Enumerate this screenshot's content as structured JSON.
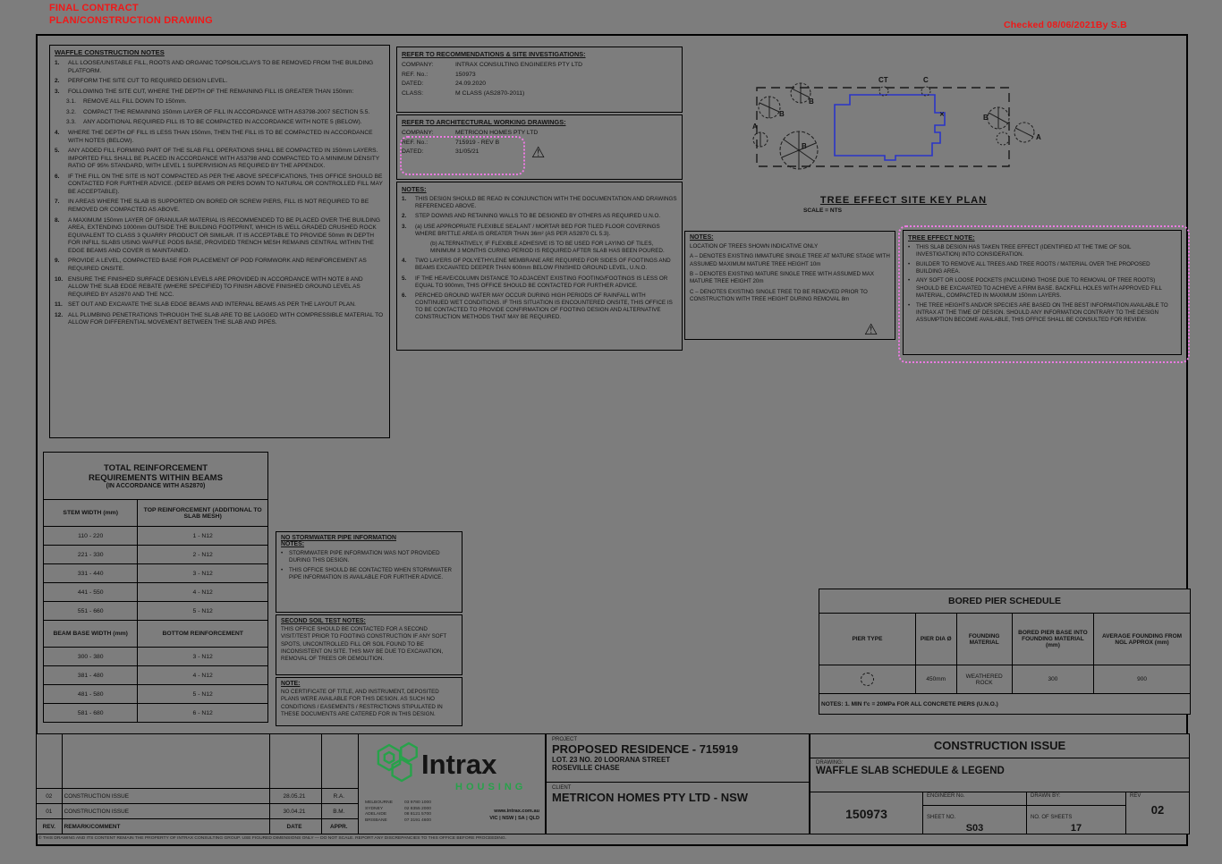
{
  "header": {
    "stamp_line1": "FINAL CONTRACT",
    "stamp_line2": "PLAN/CONSTRUCTION DRAWING",
    "checked": "Checked 08/06/2021By S.B"
  },
  "colors": {
    "stamp_red": "#f01818",
    "revision_pink": "#ee7be4",
    "house_blue": "#2a35c8",
    "logo_green": "#27a24a"
  },
  "waffle_notes": {
    "title": "WAFFLE CONSTRUCTION NOTES",
    "items": [
      {
        "n": "1.",
        "t": "ALL LOOSE/UNSTABLE FILL, ROOTS AND ORGANIC TOPSOIL/CLAYS TO BE REMOVED FROM THE BUILDING PLATFORM."
      },
      {
        "n": "2.",
        "t": "PERFORM THE SITE CUT TO REQUIRED DESIGN LEVEL."
      },
      {
        "n": "3.",
        "t": "FOLLOWING THE SITE CUT, WHERE THE DEPTH OF THE REMAINING FILL IS GREATER THAN 150mm:"
      },
      {
        "n": "3.1.",
        "t": "REMOVE ALL FILL DOWN TO 150mm."
      },
      {
        "n": "3.2.",
        "t": "COMPACT THE REMAINING 150mm LAYER OF FILL IN ACCORDANCE WITH AS3798-2007 SECTION 5.5."
      },
      {
        "n": "3.3.",
        "t": "ANY ADDITIONAL REQUIRED FILL IS TO BE COMPACTED IN ACCORDANCE WITH NOTE 5 (BELOW)."
      },
      {
        "n": "4.",
        "t": "WHERE THE DEPTH OF FILL IS LESS THAN 150mm, THEN THE FILL IS TO BE COMPACTED IN ACCORDANCE WITH NOTES (BELOW)."
      },
      {
        "n": "5.",
        "t": "ANY ADDED FILL FORMING PART OF THE SLAB FILL OPERATIONS SHALL BE COMPACTED IN 150mm LAYERS. IMPORTED FILL SHALL BE PLACED IN ACCORDANCE WITH AS3798 AND COMPACTED TO A MINIMUM DENSITY RATIO OF 95% STANDARD, WITH LEVEL 1 SUPERVISION AS REQUIRED BY THE APPENDIX."
      },
      {
        "n": "6.",
        "t": "IF THE FILL ON THE SITE IS NOT COMPACTED AS PER THE ABOVE SPECIFICATIONS, THIS OFFICE SHOULD BE CONTACTED FOR FURTHER ADVICE. (DEEP BEAMS OR PIERS DOWN TO NATURAL OR CONTROLLED FILL MAY BE ACCEPTABLE)."
      },
      {
        "n": "7.",
        "t": "IN AREAS WHERE THE SLAB IS SUPPORTED ON BORED OR SCREW PIERS, FILL IS NOT REQUIRED TO BE REMOVED OR COMPACTED AS ABOVE."
      },
      {
        "n": "8.",
        "t": "A MAXIMUM 150mm LAYER OF GRANULAR MATERIAL IS RECOMMENDED TO BE PLACED OVER THE BUILDING AREA, EXTENDING 1000mm OUTSIDE THE BUILDING FOOTPRINT, WHICH IS WELL GRADED CRUSHED ROCK EQUIVALENT TO CLASS 3 QUARRY PRODUCT OR SIMILAR. IT IS ACCEPTABLE TO PROVIDE 50mm IN DEPTH FOR INFILL SLABS USING WAFFLE PODS BASE, PROVIDED TRENCH MESH REMAINS CENTRAL WITHIN THE EDGE BEAMS AND COVER IS MAINTAINED."
      },
      {
        "n": "9.",
        "t": "PROVIDE A LEVEL, COMPACTED BASE FOR PLACEMENT OF POD FORMWORK AND REINFORCEMENT AS REQUIRED ONSITE."
      },
      {
        "n": "10.",
        "t": "ENSURE THE FINISHED SURFACE DESIGN LEVELS ARE PROVIDED IN ACCORDANCE WITH NOTE 8 AND ALLOW THE SLAB EDGE REBATE (WHERE SPECIFIED) TO FINISH ABOVE FINISHED GROUND LEVEL AS REQUIRED BY AS2870 AND THE NCC."
      },
      {
        "n": "11.",
        "t": "SET OUT AND EXCAVATE THE SLAB EDGE BEAMS AND INTERNAL BEAMS AS PER THE LAYOUT PLAN."
      },
      {
        "n": "12.",
        "t": "ALL PLUMBING PENETRATIONS THROUGH THE SLAB ARE TO BE LAGGED WITH COMPRESSIBLE MATERIAL TO ALLOW FOR DIFFERENTIAL MOVEMENT BETWEEN THE SLAB AND PIPES."
      }
    ]
  },
  "refer_geo": {
    "title": "REFER TO RECOMMENDATIONS & SITE INVESTIGATIONS:",
    "rows": [
      {
        "label": "COMPANY:",
        "value": "INTRAX CONSULTING ENGINEERS PTY LTD"
      },
      {
        "label": "REF. No.:",
        "value": "150973"
      },
      {
        "label": "DATED:",
        "value": "24.09.2020"
      },
      {
        "label": "CLASS:",
        "value": "M CLASS (AS2870-2011)"
      }
    ]
  },
  "refer_arch": {
    "title": "REFER TO ARCHITECTURAL WORKING DRAWINGS:",
    "rows": [
      {
        "label": "COMPANY:",
        "value": "METRICON HOMES PTY LTD"
      },
      {
        "label": "REF. No.:",
        "value": "715919 - REV B"
      },
      {
        "label": "DATED:",
        "value": "31/05/21"
      }
    ],
    "warning_icon": "⚠"
  },
  "mid_notes": {
    "title": "NOTES:",
    "items": [
      {
        "n": "1.",
        "t": "THIS DESIGN SHOULD BE READ IN CONJUNCTION WITH THE DOCUMENTATION AND DRAWINGS REFERENCED ABOVE."
      },
      {
        "n": "2.",
        "t": "STEP DOWNS AND RETAINING WALLS TO BE DESIGNED BY OTHERS AS REQUIRED U.N.O."
      },
      {
        "n": "3.",
        "t": "(a) USE APPROPRIATE FLEXIBLE SEALANT / MORTAR BED FOR TILED FLOOR COVERINGS WHERE BRITTLE AREA IS GREATER THAN 36m² (AS PER AS2870 CL 5.3)."
      },
      {
        "n": "",
        "t": "(b) ALTERNATIVELY, IF FLEXIBLE ADHESIVE IS TO BE USED FOR LAYING OF TILES, MINIMUM 3 MONTHS CURING PERIOD IS REQUIRED AFTER SLAB HAS BEEN POURED."
      },
      {
        "n": "4.",
        "t": "TWO LAYERS OF POLYETHYLENE MEMBRANE ARE REQUIRED FOR SIDES OF FOOTINGS AND BEAMS EXCAVATED DEEPER THAN 600mm BELOW FINISHED GROUND LEVEL, U.N.O."
      },
      {
        "n": "5.",
        "t": "IF THE HEAVE/COLUMN DISTANCE TO ADJACENT EXISTING FOOTING/FOOTINGS IS LESS OR EQUAL TO 900mm, THIS OFFICE SHOULD BE CONTACTED FOR FURTHER ADVICE."
      },
      {
        "n": "6.",
        "t": "PERCHED GROUND WATER MAY OCCUR DURING HIGH PERIODS OF RAINFALL WITH CONTINUED WET CONDITIONS. IF THIS SITUATION IS ENCOUNTERED ONSITE, THIS OFFICE IS TO BE CONTACTED TO PROVIDE CONFIRMATION OF FOOTING DESIGN AND ALTERNATIVE CONSTRUCTION METHODS THAT MAY BE REQUIRED."
      }
    ]
  },
  "site_plan": {
    "title": "TREE EFFECT SITE KEY PLAN",
    "scale": "SCALE = NTS",
    "labels": {
      "a": "A",
      "b": "B",
      "c": "C",
      "ct": "CT",
      "removed_mark": "✕"
    }
  },
  "tree_loc_notes": {
    "title": "NOTES:",
    "lines": [
      "LOCATION OF TREES SHOWN INDICATIVE ONLY",
      "A – DENOTES EXISTING IMMATURE SINGLE TREE AT MATURE STAGE WITH ASSUMED MAXIMUM MATURE TREE HEIGHT 10m",
      "B – DENOTES EXISTING MATURE SINGLE TREE WITH ASSUMED MAX MATURE TREE HEIGHT 20m",
      "C – DENOTES EXISTING SINGLE TREE TO BE REMOVED PRIOR TO CONSTRUCTION WITH TREE HEIGHT DURING REMOVAL 8m"
    ]
  },
  "tree_effect_note": {
    "title": "TREE EFFECT NOTE:",
    "bullets": [
      "THIS SLAB DESIGN HAS TAKEN TREE EFFECT (IDENTIFIED AT THE TIME OF SOIL INVESTIGATION) INTO CONSIDERATION.",
      "BUILDER TO REMOVE ALL TREES AND TREE ROOTS / MATERIAL OVER THE PROPOSED BUILDING AREA.",
      "ANY SOFT OR LOOSE POCKETS (INCLUDING THOSE DUE TO REMOVAL OF TREE ROOTS) SHOULD BE EXCAVATED TO ACHIEVE A FIRM BASE. BACKFILL HOLES WITH APPROVED FILL MATERIAL, COMPACTED IN MAXIMUM 150mm LAYERS.",
      "THE TREE HEIGHTS AND/OR SPECIES ARE BASED ON THE BEST INFORMATION AVAILABLE TO INTRAX AT THE TIME OF DESIGN. SHOULD ANY INFORMATION CONTRARY TO THE DESIGN ASSUMPTION BECOME AVAILABLE, THIS OFFICE SHALL BE CONSULTED FOR REVIEW."
    ]
  },
  "reinforcement_table": {
    "title1": "TOTAL REINFORCEMENT",
    "title2": "REQUIREMENTS WITHIN BEAMS",
    "subtitle": "(IN ACCORDANCE WITH AS2870)",
    "head1": {
      "c1": "STEM WIDTH (mm)",
      "c2": "TOP REINFORCEMENT (ADDITIONAL TO SLAB MESH)"
    },
    "rows1": [
      {
        "w": "110 - 220",
        "r": "1 - N12"
      },
      {
        "w": "221 - 330",
        "r": "2 - N12"
      },
      {
        "w": "331 - 440",
        "r": "3 - N12"
      },
      {
        "w": "441 - 550",
        "r": "4 - N12"
      },
      {
        "w": "551 - 660",
        "r": "5 - N12"
      }
    ],
    "head2": {
      "c1": "BEAM BASE WIDTH (mm)",
      "c2": "BOTTOM REINFORCEMENT"
    },
    "rows2": [
      {
        "w": "300 - 380",
        "r": "3 - N12"
      },
      {
        "w": "381 - 480",
        "r": "4 - N12"
      },
      {
        "w": "481 - 580",
        "r": "5 - N12"
      },
      {
        "w": "581 - 680",
        "r": "6 - N12"
      }
    ]
  },
  "stormwater_box": {
    "title": "NO STORMWATER PIPE INFORMATION",
    "subtitle": "NOTES:",
    "bullets": [
      "STORMWATER PIPE INFORMATION WAS NOT PROVIDED DURING THIS DESIGN.",
      "THIS OFFICE SHOULD BE CONTACTED WHEN STORMWATER PIPE INFORMATION IS AVAILABLE FOR FURTHER ADVICE."
    ]
  },
  "soil_test_box": {
    "title": "SECOND SOIL TEST NOTES:",
    "text": "THIS OFFICE SHOULD BE CONTACTED FOR A SECOND VISIT/TEST PRIOR TO FOOTING CONSTRUCTION IF ANY SOFT SPOTS, UNCONTROLLED FILL OR SOIL FOUND TO BE INCONSISTENT ON SITE. THIS MAY BE DUE TO EXCAVATION, REMOVAL OF TREES OR DEMOLITION."
  },
  "note_box": {
    "title": "NOTE:",
    "text": "NO CERTIFICATE OF TITLE, AND INSTRUMENT, DEPOSITED PLANS WERE AVAILABLE FOR THIS DESIGN. AS SUCH NO CONDITIONS / EASEMENTS / RESTRICTIONS STIPULATED IN THESE DOCUMENTS ARE CATERED FOR IN THIS DESIGN."
  },
  "bored_pier": {
    "title": "BORED PIER SCHEDULE",
    "headers": {
      "c1": "PIER TYPE",
      "c2": "PIER DIA Ø",
      "c3": "FOUNDING MATERIAL",
      "c4": "BORED PIER BASE INTO FOUNDING MATERIAL (mm)",
      "c5": "AVERAGE FOUNDING FROM NGL APPROX (mm)"
    },
    "row": {
      "dia": "450mm",
      "material": "WEATHERED ROCK",
      "base": "300",
      "avg": "900"
    },
    "note": "NOTES: 1. MIN f'c = 20MPa FOR ALL CONCRETE PIERS (U.N.O.)"
  },
  "title_block": {
    "revisions": [
      {
        "rev": "02",
        "remark": "CONSTRUCTION ISSUE",
        "date": "28.05.21",
        "appr": "R.A."
      },
      {
        "rev": "01",
        "remark": "CONSTRUCTION ISSUE",
        "date": "30.04.21",
        "appr": "B.M."
      }
    ],
    "rev_header": {
      "rev": "REV.",
      "remark": "REMARK/COMMENT",
      "date": "DATE",
      "appr": "APPR."
    },
    "logo": {
      "brand": "Intrax",
      "sub": "HOUSING",
      "contacts": [
        "MELBOURNE",
        "03 9780 1000",
        "SYDNEY",
        "02 8355 2000",
        "ADELAIDE",
        "08 8121 5700",
        "BRISBANE",
        "07 3191 4600"
      ],
      "web": "www.intrax.com.au",
      "states": "VIC | NSW | SA | QLD"
    },
    "project_label": "PROJECT",
    "project_title": "PROPOSED RESIDENCE - 715919",
    "project_addr1": "LOT. 23 NO. 20 LOORANA STREET",
    "project_addr2": "ROSEVILLE CHASE",
    "client_label": "CLIENT",
    "client_name": "METRICON HOMES PTY LTD - NSW",
    "issue": "CONSTRUCTION ISSUE",
    "drawing_label": "DRAWING:",
    "drawing_title": "WAFFLE SLAB SCHEDULE & LEGEND",
    "job_no": "150973",
    "engineer_label": "ENGINEER No.",
    "drawn_label": "DRAWN BY:",
    "sheet_label": "SHEET NO.",
    "sheet_no": "S03",
    "sheets_label": "NO. OF SHEETS",
    "sheets_count": "17",
    "rev_label": "REV",
    "rev_value": "02",
    "copyright": "© THIS DRAWING AND ITS CONTENT REMAIN THE PROPERTY OF INTRAX CONSULTING GROUP. USE FIGURED DIMENSIONS ONLY — DO NOT SCALE. REPORT ANY DISCREPANCIES TO THIS OFFICE BEFORE PROCEEDING."
  }
}
